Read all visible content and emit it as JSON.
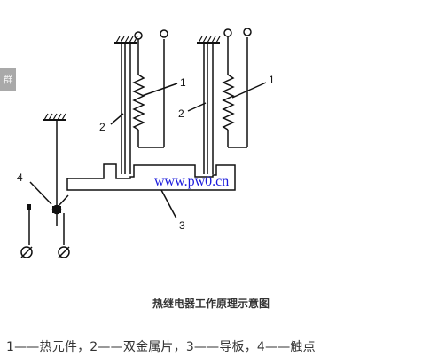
{
  "side_tag": "群",
  "labels": {
    "heater_left": "1",
    "heater_right": "1",
    "bimetal_left": "2",
    "bimetal_right": "2",
    "guide_plate": "3",
    "contact": "4"
  },
  "watermark": "www.pw0.cn",
  "caption": "热继电器工作原理示意图",
  "legend": "1——热元件，2——双金属片，3——导板，4——触点",
  "colors": {
    "line": "#111111",
    "watermark": "#1a1adc"
  }
}
